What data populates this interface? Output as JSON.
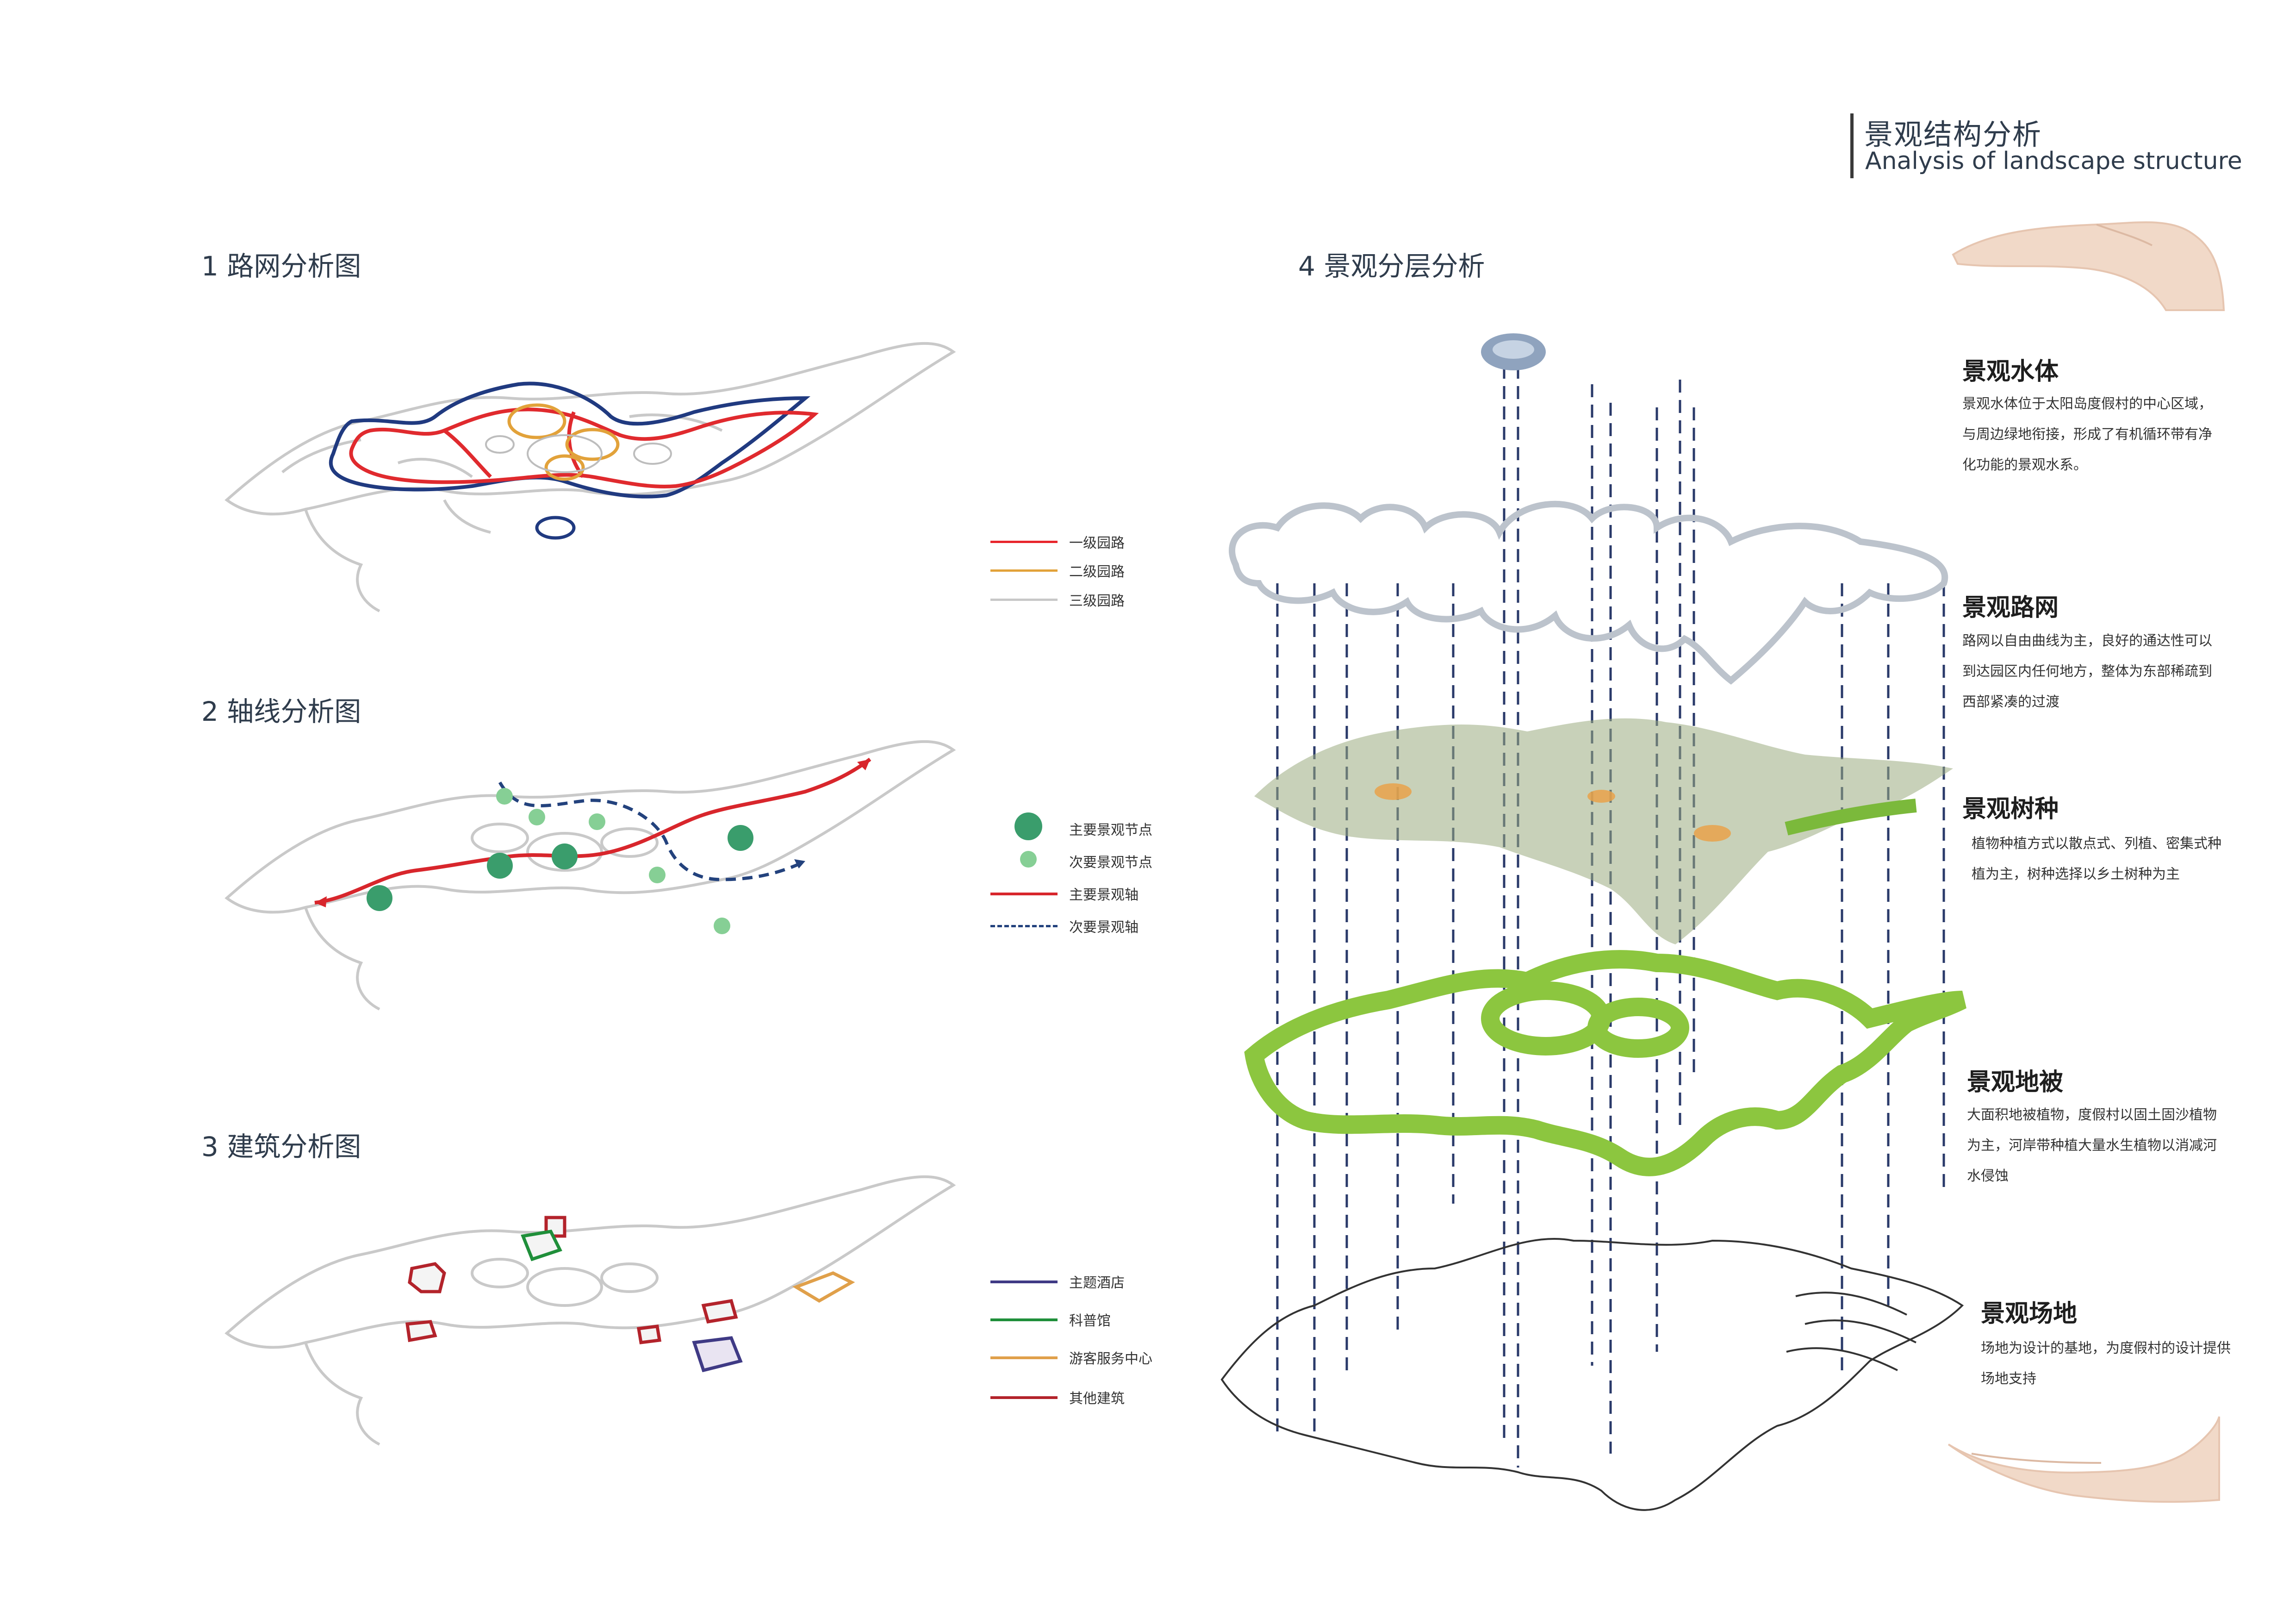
{
  "header": {
    "title_cn": "景观结构分析",
    "title_en": "Analysis of landscape structure"
  },
  "section1": {
    "title": "1  路网分析图",
    "legend": [
      {
        "label": "一级园路",
        "color": "#e8262c"
      },
      {
        "label": "二级园路",
        "color": "#e2a23a"
      },
      {
        "label": "三级园路",
        "color": "#c8c8c8"
      }
    ]
  },
  "section2": {
    "title": "2  轴线分析图",
    "legend": [
      {
        "label": "主要景观节点",
        "color": "#3a9d6c"
      },
      {
        "label": "次要景观节点",
        "color": "#86cf95"
      },
      {
        "label": "主要景观轴",
        "color": "#d8262c"
      },
      {
        "label": "次要景观轴",
        "color": "#23427d"
      }
    ]
  },
  "section3": {
    "title": "3  建筑分析图",
    "legend": [
      {
        "label": "主题酒店",
        "color": "#3f3a85"
      },
      {
        "label": "科普馆",
        "color": "#1f8f3a"
      },
      {
        "label": "游客服务中心",
        "color": "#e0a04a"
      },
      {
        "label": "其他建筑",
        "color": "#b3232b"
      }
    ]
  },
  "section4": {
    "title": "4  景观分层分析",
    "layers": [
      {
        "title": "景观水体",
        "text": "景观水体位于太阳岛度假村的中心区域，与周边绿地衔接，形成了有机循环带有净化功能的景观水系。"
      },
      {
        "title": "景观路网",
        "text": "路网以自由曲线为主，良好的通达性可以到达园区内任何地方，整体为东部稀疏到西部紧凑的过渡"
      },
      {
        "title": "景观树种",
        "text": "植物种植方式以散点式、列植、密集式种植为主，树种选择以乡土树种为主"
      },
      {
        "title": "景观地被",
        "text": "大面积地被植物，度假村以固土固沙植物为主，河岸带种植大量水生植物以消减河水侵蚀"
      },
      {
        "title": "景观场地",
        "text": "场地为设计的基地，为度假村的设计提供场地支持"
      }
    ]
  }
}
